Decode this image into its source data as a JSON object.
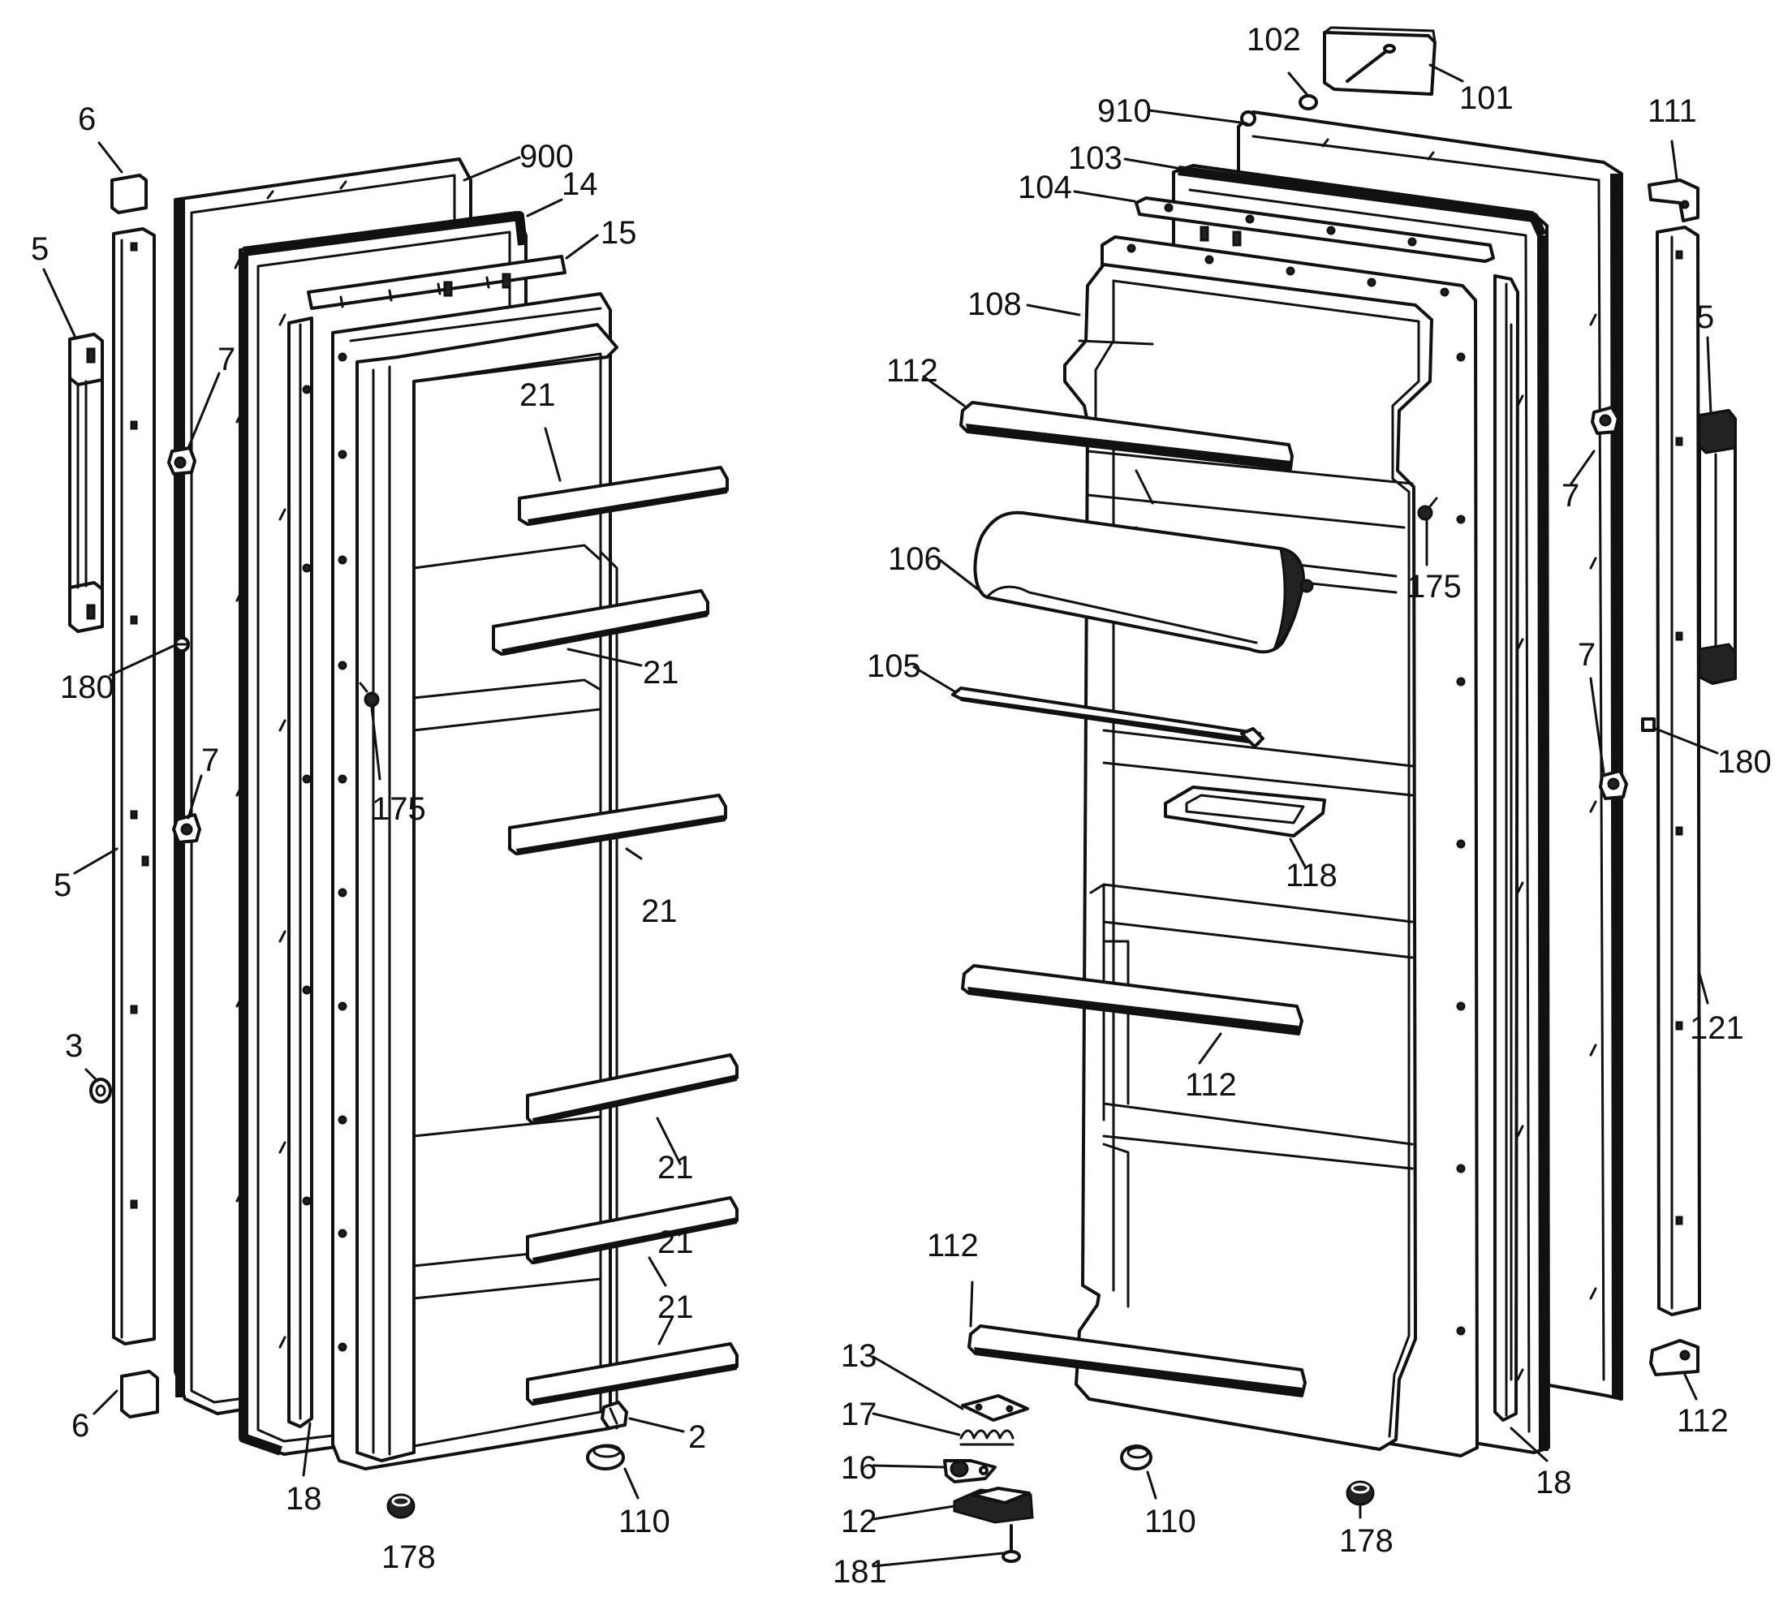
{
  "left_door": {
    "labels": {
      "cap_top": "6",
      "handle": "5",
      "hinge_upper": "7",
      "screw_180": "180",
      "hinge_lower": "7",
      "trim_strip": "5",
      "plug": "3",
      "cap_bottom": "6",
      "outer_panel": "900",
      "gasket": "14",
      "retainer_top": "15",
      "shelf_bar_1": "21",
      "shelf_bar_2": "21",
      "screw_175": "175",
      "shelf_bar_3": "21",
      "shelf_bar_4": "21",
      "shelf_bar_5a": "21",
      "shelf_bar_5b": "21",
      "stop_2": "2",
      "bumper_110": "110",
      "strip_18": "18",
      "cam_178": "178"
    }
  },
  "right_door": {
    "labels": {
      "cap_102": "102",
      "block_101": "101",
      "outer_panel": "910",
      "gasket": "103",
      "retainer_top": "104",
      "liner": "108",
      "hinge_111": "111",
      "handle": "5",
      "shelf_bar_top": "112",
      "hinge_upper": "7",
      "screw_175": "175",
      "butter_door": "106",
      "butter_rail": "105",
      "hinge_lower": "7",
      "screw_180": "180",
      "tray_118": "118",
      "shelf_bar_mid": "112",
      "trim_strip": "121",
      "shelf_bar_bottom": "112",
      "hinge_bottom": "112",
      "plate_13": "13",
      "spring_17": "17",
      "bearing_16": "16",
      "bracket_12": "12",
      "screw_181": "181",
      "bumper_110": "110",
      "cam_178": "178",
      "strip_18": "18"
    }
  }
}
